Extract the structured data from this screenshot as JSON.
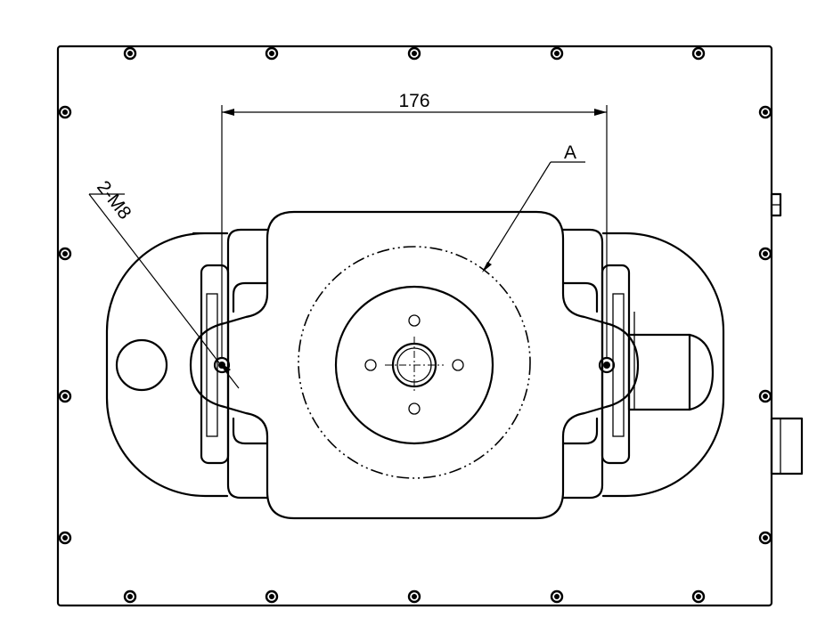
{
  "drawing": {
    "dimension_value": "176",
    "thread_callout": "2-M8",
    "view_label": "A",
    "line_color": "#000000",
    "background_color": "#ffffff"
  }
}
